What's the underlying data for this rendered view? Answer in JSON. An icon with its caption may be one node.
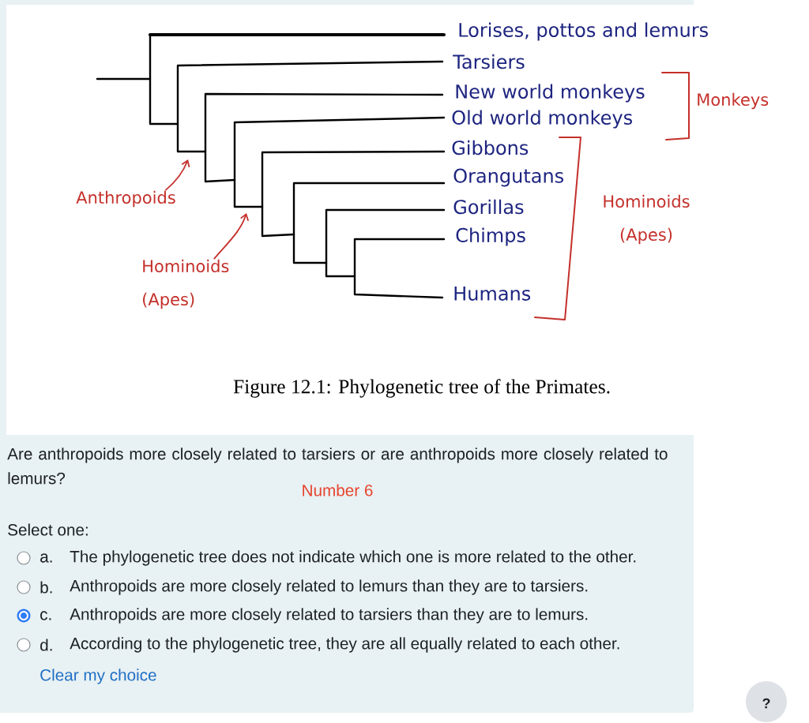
{
  "diagram": {
    "caption": "Figure 12.1: Phylogenetic tree of the Primates.",
    "nodes": [
      {
        "text": [
          "Anthropoids"
        ]
      },
      {
        "text": [
          "Hominoids (Apes)"
        ]
      }
    ],
    "edges": [
      {
        "from": 0,
        "to": null,
        "arrow": "to"
      },
      {
        "from": 1,
        "to": null,
        "arrow": "to"
      }
    ],
    "labels": [
      "Lorises, pottos and lemurs",
      "Tarsiers",
      "New world monkeys",
      "Old world monkeys",
      "Gibbons",
      "Orangutans",
      "Gorillas",
      "Chimps",
      "Humans",
      "Monkeys",
      "Hominoids (Apes)",
      "Are anthropoids more closely related to tarsiers or are anthropoids more closely related to lemurs?",
      "Number 6",
      "Select one:",
      "a.",
      "The phylogenetic tree does not indicate which one is more related to the other.",
      "b.",
      "Anthropoids are more closely related to lemurs than they are to tarsiers.",
      "c.",
      "Anthropoids are more closely related to tarsiers than they are to lemurs.",
      "d.",
      "According to the phylogenetic tree, they are all equally related to each other.",
      "Clear my choice",
      "?"
    ]
  }
}
